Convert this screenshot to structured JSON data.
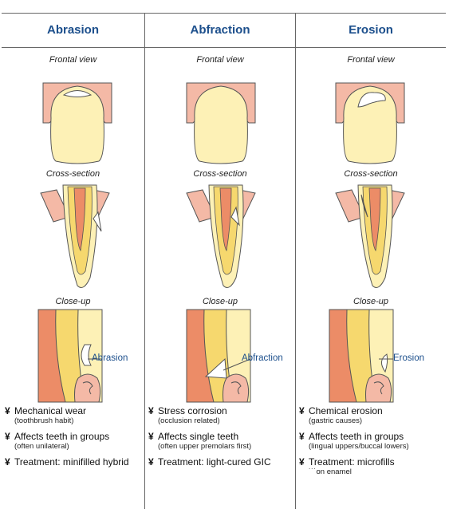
{
  "columns": [
    {
      "title": "Abrasion",
      "frontal_label": "Frontal view",
      "cross_label": "Cross-section",
      "closeup_label": "Close-up",
      "lesion_label": "Abrasion",
      "notes": [
        {
          "bullet": "¥",
          "text": "Mechanical wear",
          "sub": "(toothbrush habit)"
        },
        {
          "bullet": "¥",
          "text": "Affects teeth in groups",
          "sub": "(often unilateral)"
        },
        {
          "bullet": "¥",
          "text": "Treatment: minifilled hybrid",
          "sub": ""
        }
      ]
    },
    {
      "title": "Abfraction",
      "frontal_label": "Frontal view",
      "cross_label": "Cross-section",
      "closeup_label": "Close-up",
      "lesion_label": "Abfraction",
      "notes": [
        {
          "bullet": "¥",
          "text": "Stress corrosion",
          "sub": "(occlusion related)"
        },
        {
          "bullet": "¥",
          "text": "Affects single teeth",
          "sub": "(often upper premolars first)"
        },
        {
          "bullet": "¥",
          "text": "Treatment: light-cured GIC",
          "sub": ""
        }
      ]
    },
    {
      "title": "Erosion",
      "frontal_label": "Frontal view",
      "cross_label": "Cross-section",
      "closeup_label": "Close-up",
      "lesion_label": "Erosion",
      "notes": [
        {
          "bullet": "¥",
          "text": "Chemical erosion",
          "sub": "(gastric causes)"
        },
        {
          "bullet": "¥",
          "text": "Affects teeth in groups",
          "sub": "(lingual uppers/buccal lowers)"
        },
        {
          "bullet": "¥",
          "text": "Treatment: microfills",
          "sub": "˙˙˙on enamel"
        }
      ]
    }
  ],
  "colors": {
    "header_text": "#1c4f8c",
    "gum": "#f4b9a6",
    "tooth": "#fdf1b6",
    "dentin": "#f6d86e",
    "pulp": "#ec8c67",
    "outline": "#555555"
  }
}
